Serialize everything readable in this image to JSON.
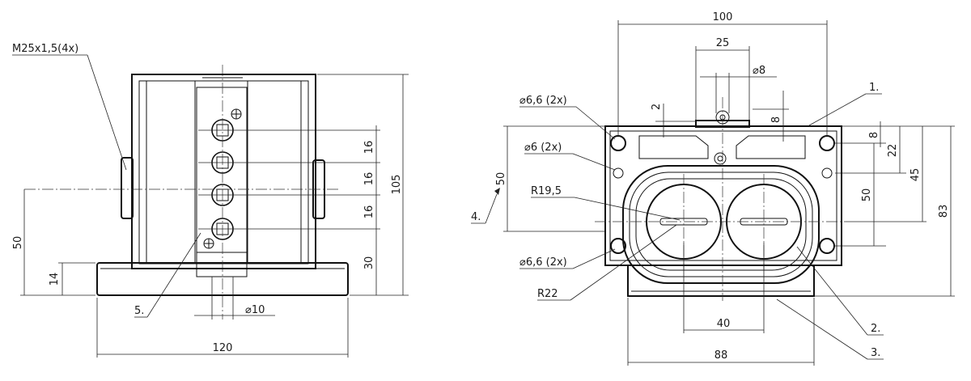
{
  "drawing": {
    "labels": {
      "thread": "M25x1,5(4x)",
      "d10": "⌀10",
      "w120": "120",
      "h105": "105",
      "h50_left": "50",
      "h14": "14",
      "h30": "30",
      "p16_a": "16",
      "p16_b": "16",
      "p16_c": "16",
      "ref5": "5.",
      "w100": "100",
      "w25": "25",
      "d8": "⌀8",
      "d66_top": "⌀6,6 (2x)",
      "d6": "⌀6 (2x)",
      "d66_bot": "⌀6,6 (2x)",
      "r195": "R19,5",
      "r22": "R22",
      "h2": "2",
      "h8_top": "8",
      "h8_right": "8",
      "h22": "22",
      "h45": "45",
      "h50_right": "50",
      "h83": "83",
      "v50_left": "50",
      "w40": "40",
      "w88": "88",
      "ref1": "1.",
      "ref2": "2.",
      "ref3": "3.",
      "ref4": "4."
    }
  }
}
